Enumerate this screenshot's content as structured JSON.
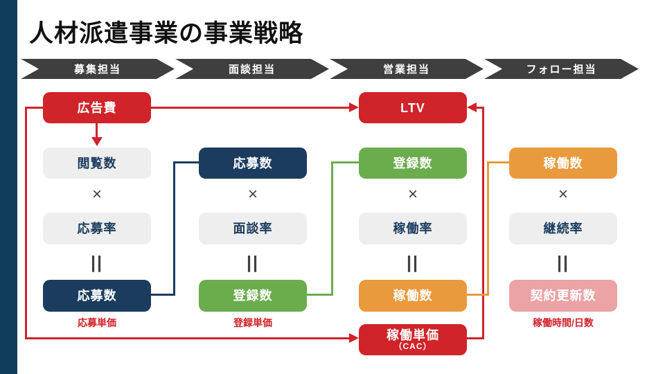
{
  "page": {
    "title": "人材派遣事業の事業戦略"
  },
  "phases": [
    {
      "label": "募集担当"
    },
    {
      "label": "面談担当"
    },
    {
      "label": "営業担当"
    },
    {
      "label": "フォロー担当"
    }
  ],
  "top_row": {
    "ad_cost": "広告費",
    "ltv": "LTV"
  },
  "columns": [
    {
      "top": "閲覧数",
      "op1": "×",
      "mid": "応募率",
      "op2": "||",
      "bottom": "応募数",
      "label": "応募単価"
    },
    {
      "top": "応募数",
      "op1": "×",
      "mid": "面談率",
      "op2": "||",
      "bottom": "登録数",
      "label": "登録単価"
    },
    {
      "top": "登録数",
      "op1": "×",
      "mid": "稼働率",
      "op2": "||",
      "bottom": "稼働数",
      "label": ""
    },
    {
      "top": "稼働数",
      "op1": "×",
      "mid": "継続率",
      "op2": "||",
      "bottom": "契約更新数",
      "label": "稼働時間/日数"
    }
  ],
  "cac_box": {
    "line1": "稼働単価",
    "line2": "（CAC）"
  },
  "colors": {
    "red": "#D0232A",
    "navy": "#1B3C5E",
    "green": "#6BAC4D",
    "orange": "#E99A3D",
    "pink": "#EBA3A5",
    "gray_box": "#EEEEEE",
    "chevron": "#3F3F3F",
    "side_strip": "#0E3C5A"
  }
}
